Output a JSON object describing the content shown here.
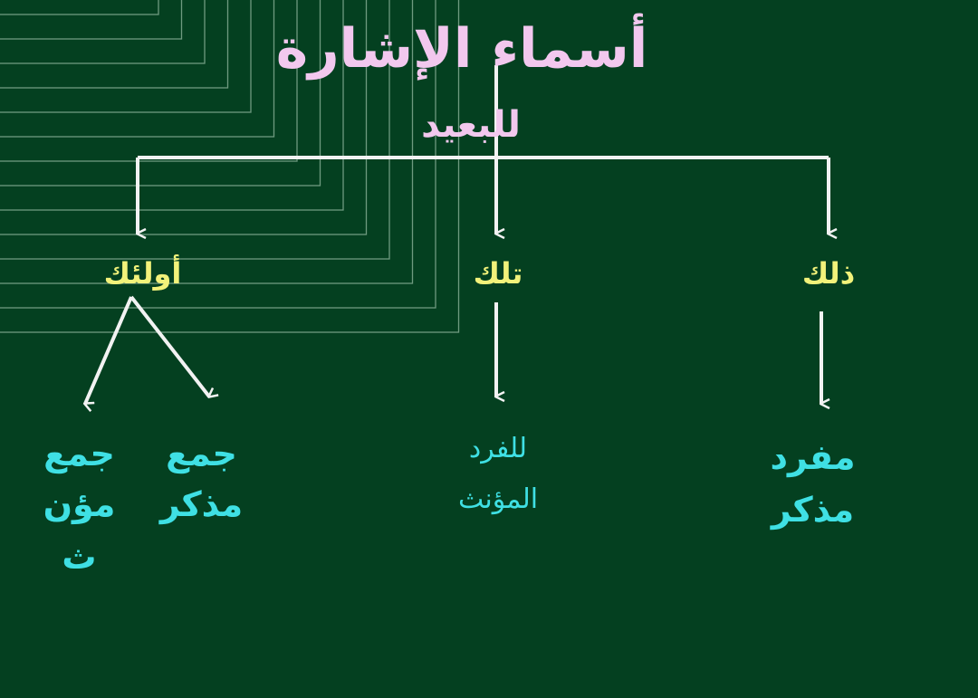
{
  "colors": {
    "background": "#044020",
    "lines": "#f2f2f2",
    "title": "#f2c8ee",
    "node": "#f2f27a",
    "leaf": "#3fe0e4",
    "decor": "#6f9a80"
  },
  "title": "أسماء الإشارة",
  "subtitle": "للبعيد",
  "nodes": {
    "left": "أولئك",
    "middle": "تلك",
    "right": "ذلك"
  },
  "leaves": {
    "ulaika_fem": [
      "جمع",
      "مؤن",
      "ث"
    ],
    "ulaika_masc": [
      "جمع",
      "مذكر"
    ],
    "tilka": [
      "للفرد",
      "المؤنث"
    ],
    "dhalika": [
      "مفرد",
      "مذكر"
    ]
  }
}
